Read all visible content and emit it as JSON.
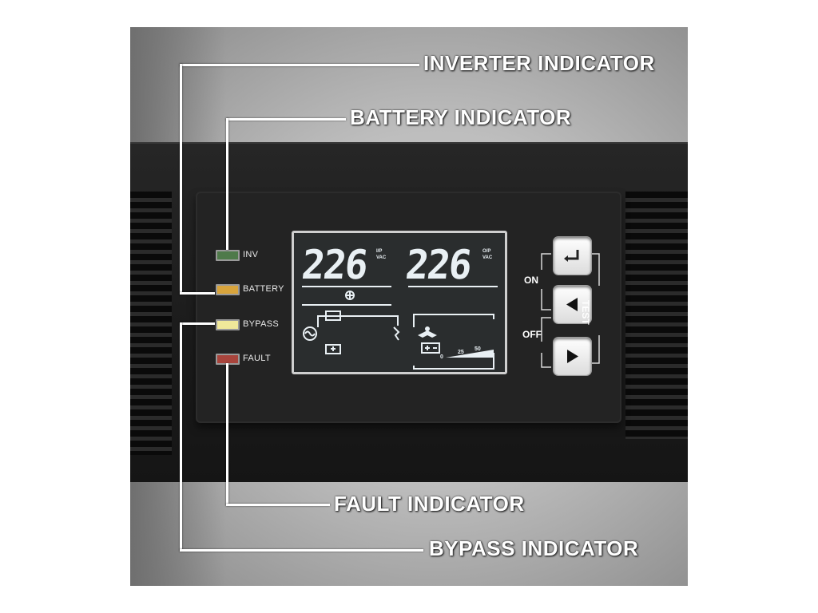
{
  "callouts": {
    "inverter": "INVERTER INDICATOR",
    "battery": "BATTERY INDICATOR",
    "fault": "FAULT INDICATOR",
    "bypass": "BYPASS INDICATOR"
  },
  "leds": [
    {
      "label": "INV",
      "color": "#4f7a4a"
    },
    {
      "label": "BATTERY",
      "color": "#d8a43c"
    },
    {
      "label": "BYPASS",
      "color": "#f0e89a"
    },
    {
      "label": "FAULT",
      "color": "#a8443c"
    }
  ],
  "lcd": {
    "input_value": "226",
    "input_unit_top": "I/P",
    "input_unit_bottom": "VAC",
    "output_value": "226",
    "output_unit_top": "O/P",
    "output_unit_bottom": "VAC",
    "load_scale_low": "0",
    "load_scale_mid": "25",
    "load_scale_high": "50"
  },
  "buttons": {
    "on_label": "ON",
    "off_label": "OFF",
    "test_label": "TEST",
    "enter_icon": "enter-icon",
    "left_icon": "left-arrow-icon",
    "right_icon": "right-arrow-icon"
  }
}
